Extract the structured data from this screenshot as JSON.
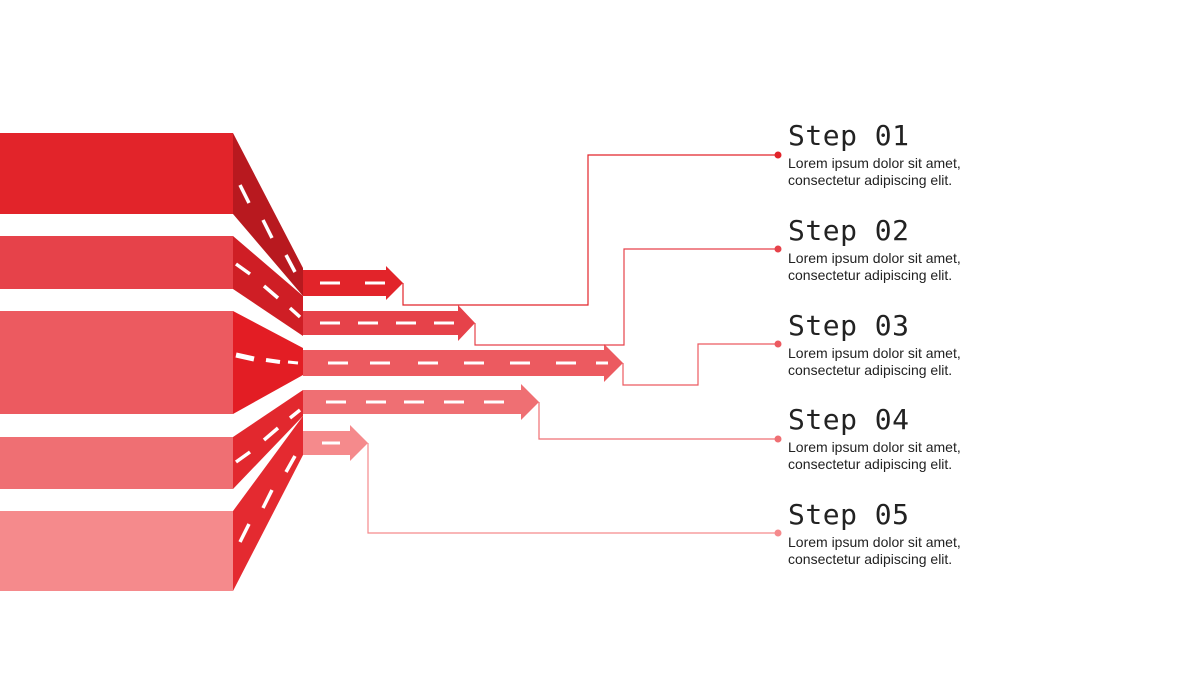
{
  "colors": {
    "step1": "#e2242a",
    "step2": "#e6424a",
    "step3": "#ec5a60",
    "step4": "#ef6f73",
    "step5": "#f58a8c",
    "highway_face": "#c01d23",
    "dash": "#ffffff"
  },
  "steps": [
    {
      "title": "Step 01",
      "desc_line1": "Lorem ipsum dolor sit amet,",
      "desc_line2": "consectetur adipiscing elit."
    },
    {
      "title": "Step 02",
      "desc_line1": "Lorem ipsum dolor sit amet,",
      "desc_line2": "consectetur adipiscing elit."
    },
    {
      "title": "Step 03",
      "desc_line1": "Lorem ipsum dolor sit amet,",
      "desc_line2": "consectetur adipiscing elit."
    },
    {
      "title": "Step 04",
      "desc_line1": "Lorem ipsum dolor sit amet,",
      "desc_line2": "consectetur adipiscing elit."
    },
    {
      "title": "Step 05",
      "desc_line1": "Lorem ipsum dolor sit amet,",
      "desc_line2": "consectetur adipiscing elit."
    }
  ]
}
